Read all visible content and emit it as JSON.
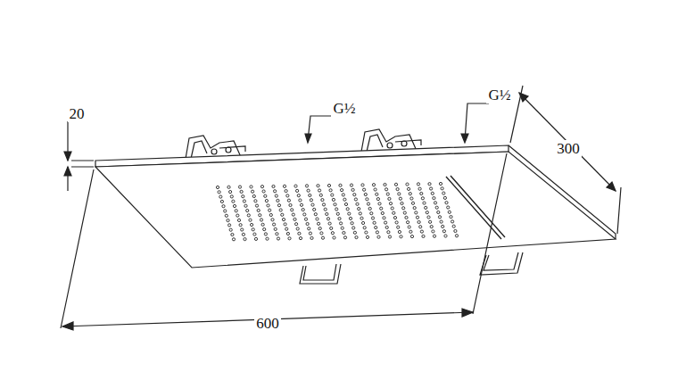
{
  "diagram": {
    "labels": [
      "20",
      "G½",
      "G½",
      "300",
      "600"
    ]
  }
}
